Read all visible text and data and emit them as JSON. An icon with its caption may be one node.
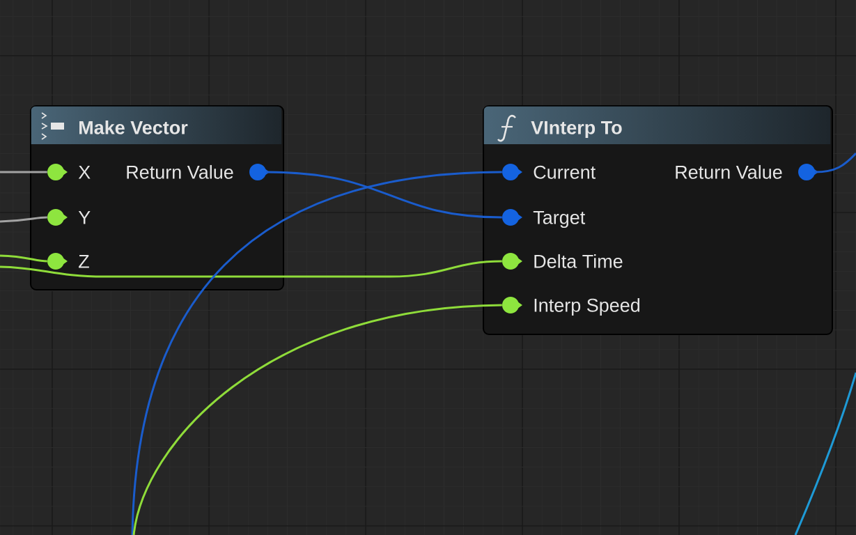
{
  "diagram": {
    "nodes": [
      {
        "text": [
          "Make Vector"
        ]
      },
      {
        "text": [],
        "shape": "circle",
        "beside": [
          "X"
        ],
        "in": 0
      },
      {
        "text": [],
        "shape": "circle",
        "beside": [
          "Return Value"
        ],
        "in": 0
      },
      {
        "text": [],
        "shape": "circle",
        "beside": [
          "Y"
        ],
        "in": 0
      },
      {
        "text": [],
        "shape": "circle",
        "beside": [
          "Z"
        ],
        "in": 0
      },
      {
        "text": [
          "VInterp To"
        ]
      },
      {
        "text": [],
        "shape": "circle",
        "beside": [
          "Current"
        ],
        "in": 5
      },
      {
        "text": [],
        "shape": "circle",
        "beside": [
          "Return Value"
        ],
        "in": 5
      },
      {
        "text": [],
        "shape": "circle",
        "beside": [
          "Target"
        ],
        "in": 5
      },
      {
        "text": [],
        "shape": "circle",
        "beside": [
          "Delta Time"
        ],
        "in": 5
      },
      {
        "text": [],
        "shape": "circle",
        "beside": [
          "Interp Speed"
        ],
        "in": 5
      }
    ],
    "edges": [
      {
        "from": null,
        "to": 1,
        "arrow": "none",
        "color": "#a3a3a3"
      },
      {
        "from": null,
        "to": 3,
        "arrow": "none",
        "color": "#a3a3a3"
      },
      {
        "from": null,
        "to": 4,
        "arrow": "none",
        "color": "#8fdc3a"
      },
      {
        "from": null,
        "to": 9,
        "arrow": "none",
        "color": "#8fdc3a"
      },
      {
        "from": 2,
        "to": 8,
        "arrow": "none",
        "color": "#1a5ccc"
      },
      {
        "from": null,
        "to": 6,
        "arrow": "none",
        "color": "#1a5ccc"
      },
      {
        "from": null,
        "to": 10,
        "arrow": "none",
        "color": "#8fdc3a"
      },
      {
        "from": 7,
        "to": null,
        "arrow": "none",
        "color": "#1a5ccc"
      }
    ]
  }
}
